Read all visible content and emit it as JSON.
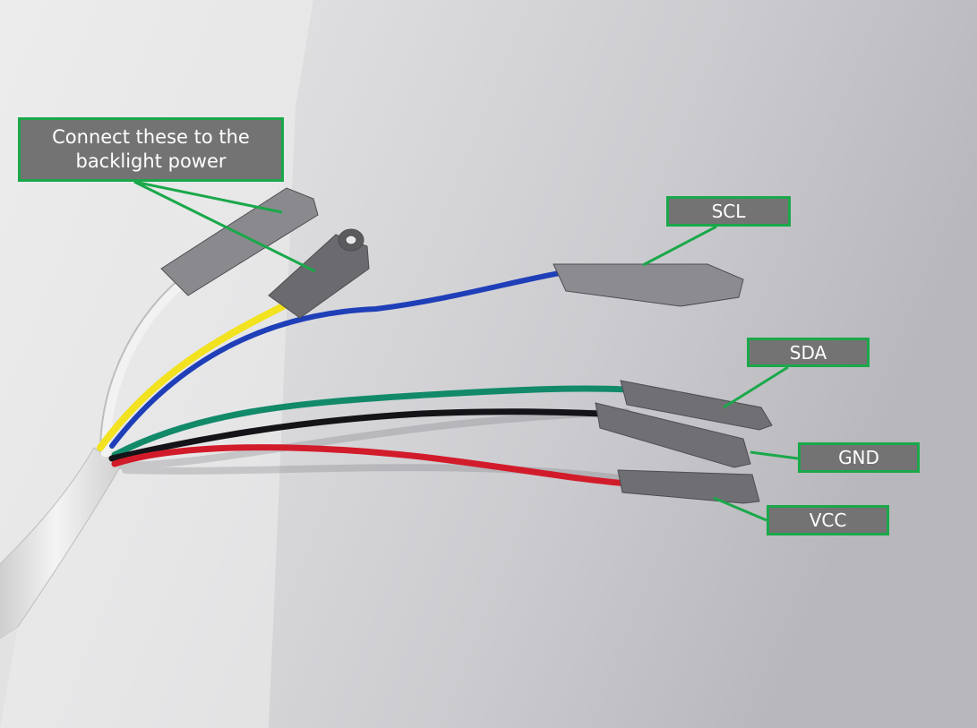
{
  "labels": {
    "backlight": "Connect these to the backlight power",
    "scl": "SCL",
    "sda": "SDA",
    "gnd": "GND",
    "vcc": "VCC"
  },
  "colors": {
    "callout_border": "#1aa84a",
    "callout_fill": "#737373",
    "callout_text": "#ffffff",
    "wire_white": "#f2f2f2",
    "wire_yellow": "#f2e21f",
    "wire_blue": "#1f3fb8",
    "wire_green": "#128a6a",
    "wire_black": "#141418",
    "wire_red": "#d21b2a",
    "connector_gray": "#707074"
  }
}
